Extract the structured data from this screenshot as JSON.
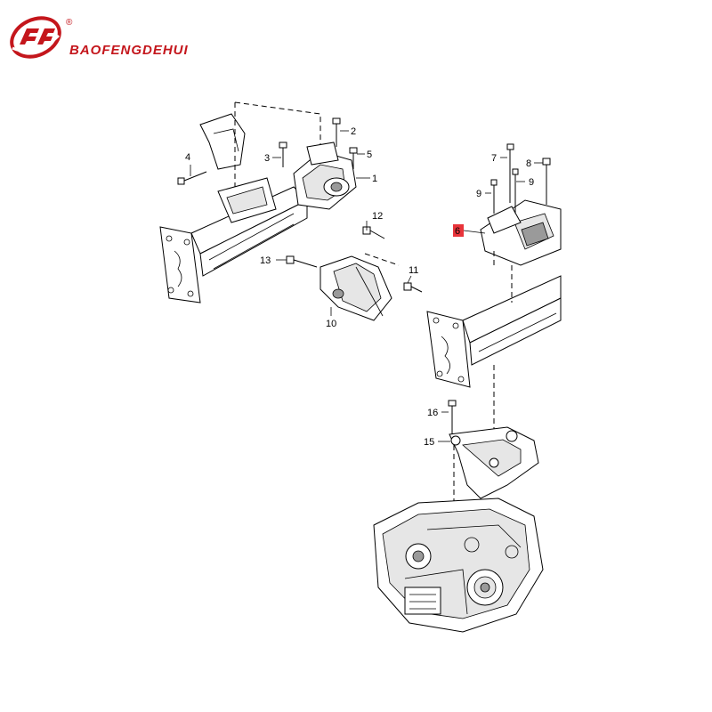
{
  "brand": {
    "name": "BAOFENGDEHUI",
    "registered_mark": "®",
    "logo_icon": "bf-swoosh-logo-icon",
    "color": "#c4161c"
  },
  "diagram": {
    "highlight_color": "#e8343a",
    "highlighted_callout": "6",
    "callouts": [
      "1",
      "2",
      "3",
      "4",
      "5",
      "6",
      "7",
      "8",
      "9",
      "9",
      "10",
      "11",
      "12",
      "13",
      "15",
      "16"
    ]
  }
}
